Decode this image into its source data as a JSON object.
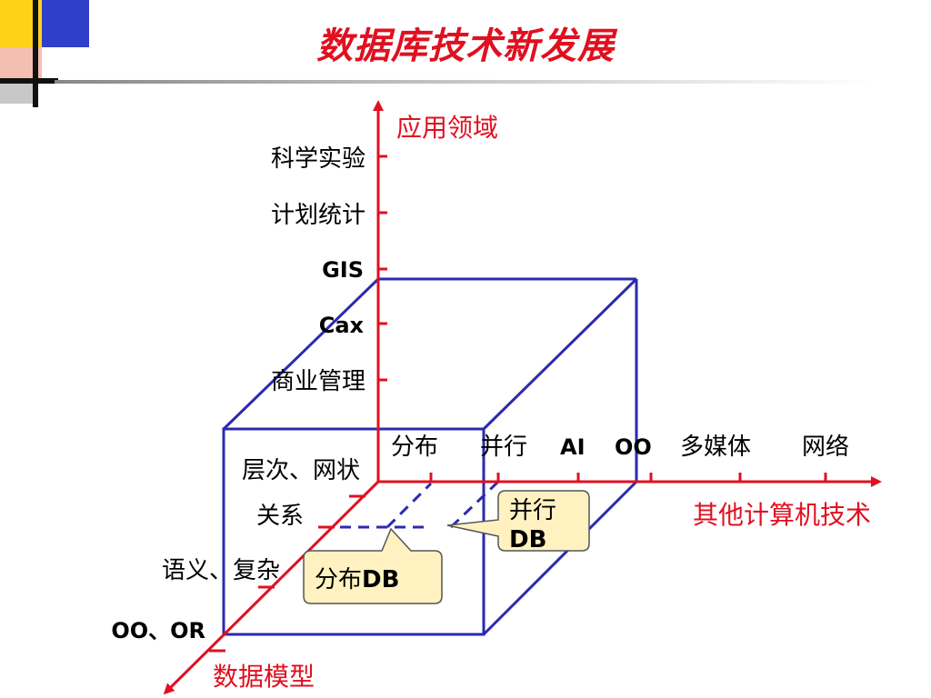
{
  "title": "数据库技术新发展",
  "axes": {
    "vertical": {
      "title": "应用领域",
      "ticks": [
        "科学实验",
        "计划统计",
        "GIS",
        "Cax",
        "商业管理"
      ]
    },
    "horizontal": {
      "title": "其他计算机技术",
      "ticks": [
        "分布",
        "并行",
        "AI",
        "OO",
        "多媒体",
        "网络"
      ]
    },
    "depth": {
      "title": "数据模型",
      "ticks": [
        "层次、网状",
        "关系",
        "语义、复杂",
        "OO、OR"
      ]
    }
  },
  "callouts": {
    "parallel_db": {
      "line1": "并行",
      "line2": "DB"
    },
    "distributed_db": {
      "text_cn": "分布",
      "text_en": "DB"
    }
  },
  "colors": {
    "axis": "#e01020",
    "cube": "#2a2ab0",
    "callout_fill": "#fff2c0",
    "title": "#e01020"
  }
}
